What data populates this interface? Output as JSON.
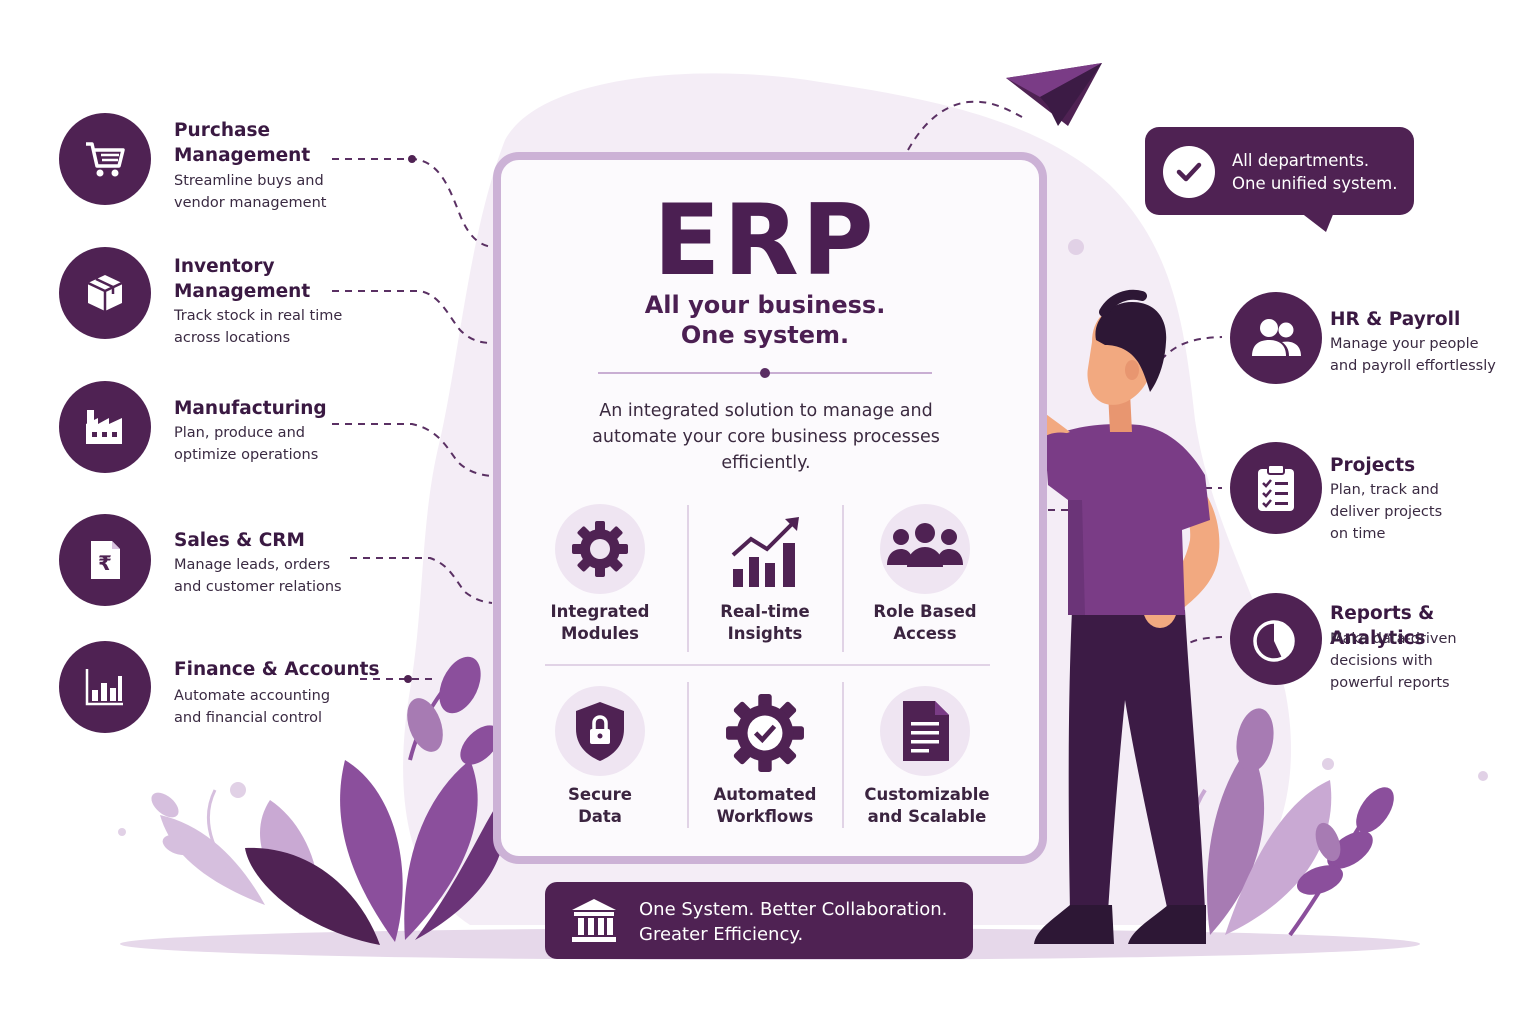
{
  "card": {
    "title": "ERP",
    "tagline_line1": "All your business.",
    "tagline_line2": "One system.",
    "description": "An integrated solution to manage and automate your core business processes efficiently.",
    "modules": [
      {
        "line1": "Integrated",
        "line2": "Modules",
        "icon": "gear-icon"
      },
      {
        "line1": "Real-time",
        "line2": "Insights",
        "icon": "bar-chart-trend-icon"
      },
      {
        "line1": "Role Based",
        "line2": "Access",
        "icon": "people-group-icon"
      },
      {
        "line1": "Secure",
        "line2": "Data",
        "icon": "shield-lock-icon"
      },
      {
        "line1": "Automated",
        "line2": "Workflows",
        "icon": "gear-check-icon"
      },
      {
        "line1": "Customizable",
        "line2": "and Scalable",
        "icon": "document-icon"
      }
    ]
  },
  "left_features": [
    {
      "title_line1": "Purchase",
      "title_line2": "Management",
      "desc_line1": "Streamline buys and",
      "desc_line2": "vendor management",
      "icon": "shopping-cart-icon"
    },
    {
      "title_line1": "Inventory",
      "title_line2": "Management",
      "desc_line1": "Track stock in real time",
      "desc_line2": "across locations",
      "icon": "box-icon"
    },
    {
      "title_line1": "Manufacturing",
      "desc_line1": "Plan, produce and",
      "desc_line2": "optimize operations",
      "icon": "factory-icon"
    },
    {
      "title_line1": "Sales & CRM",
      "desc_line1": "Manage leads, orders",
      "desc_line2": "and customer relations",
      "icon": "rupee-document-icon"
    },
    {
      "title_line1": "Finance & Accounts",
      "desc_line1": "Automate accounting",
      "desc_line2": "and financial control",
      "icon": "bar-chart-icon"
    }
  ],
  "right_features": [
    {
      "title_line1": "HR & Payroll",
      "desc_line1": "Manage your people",
      "desc_line2": "and payroll effortlessly",
      "icon": "users-icon"
    },
    {
      "title_line1": "Projects",
      "desc_line1": "Plan, track and",
      "desc_line2": "deliver projects",
      "desc_line3": "on time",
      "icon": "clipboard-checklist-icon"
    },
    {
      "title_line1": "Reports & Analytics",
      "desc_line1": "Make data-driven",
      "desc_line2": "decisions with",
      "desc_line3": "powerful reports",
      "icon": "pie-chart-icon"
    }
  ],
  "bubble": {
    "line1": "All departments.",
    "line2": "One unified system.",
    "icon": "check-circle-icon"
  },
  "banner": {
    "line1": "One System. Better Collaboration.",
    "line2": "Greater Efficiency.",
    "icon": "bank-building-icon"
  },
  "colors": {
    "primary": "#4f2253",
    "accent": "#8b4f9c",
    "light": "#efe5f2",
    "skin": "#f2a980",
    "shirt": "#7a3c86",
    "pants": "#3c1b45"
  }
}
